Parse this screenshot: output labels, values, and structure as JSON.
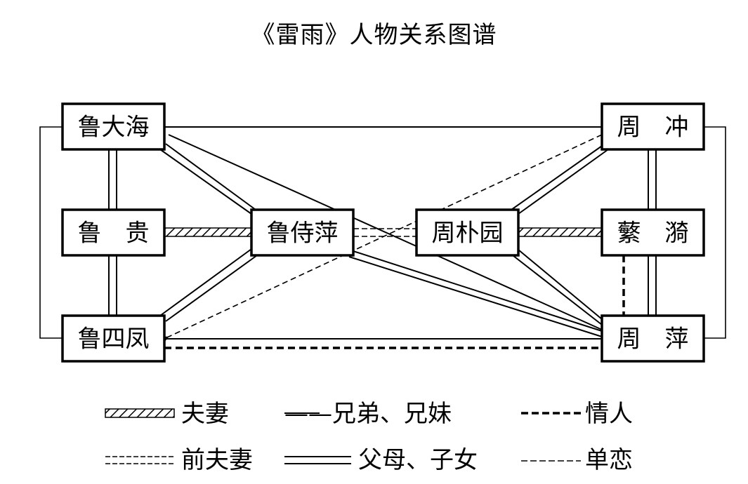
{
  "title": "《雷雨》人物关系图谱",
  "nodes": [
    {
      "id": "ludahai",
      "label": "鲁大海"
    },
    {
      "id": "lugui",
      "label": "鲁　贵"
    },
    {
      "id": "lusifeng",
      "label": "鲁四凤"
    },
    {
      "id": "lushiping",
      "label": "鲁侍萍"
    },
    {
      "id": "zhoupuyuan",
      "label": "周朴园"
    },
    {
      "id": "zhouchong",
      "label": "周　冲"
    },
    {
      "id": "fanyi",
      "label": "蘩　漪"
    },
    {
      "id": "zhouping",
      "label": "周　萍"
    }
  ],
  "relation_types": {
    "spouse": "夫妻",
    "sibling": "兄弟、兄妹",
    "lover": "情人",
    "ex_spouse": "前夫妻",
    "parent_child": "父母、子女",
    "unrequited": "单恋"
  },
  "edges": [
    {
      "from": "lugui",
      "to": "lushiping",
      "type": "spouse"
    },
    {
      "from": "zhoupuyuan",
      "to": "fanyi",
      "type": "spouse"
    },
    {
      "from": "lushiping",
      "to": "zhoupuyuan",
      "type": "ex_spouse"
    },
    {
      "from": "ludahai",
      "to": "lugui",
      "type": "parent_child"
    },
    {
      "from": "lugui",
      "to": "lusifeng",
      "type": "parent_child"
    },
    {
      "from": "ludahai",
      "to": "lushiping",
      "type": "parent_child"
    },
    {
      "from": "lushiping",
      "to": "lusifeng",
      "type": "parent_child"
    },
    {
      "from": "lushiping",
      "to": "zhouping",
      "type": "parent_child"
    },
    {
      "from": "zhoupuyuan",
      "to": "zhouchong",
      "type": "parent_child"
    },
    {
      "from": "zhoupuyuan",
      "to": "zhouping",
      "type": "parent_child"
    },
    {
      "from": "zhouchong",
      "to": "fanyi",
      "type": "parent_child"
    },
    {
      "from": "fanyi",
      "to": "zhouping",
      "type": "parent_child"
    },
    {
      "from": "ludahai",
      "to": "zhouchong",
      "type": "sibling"
    },
    {
      "from": "ludahai",
      "to": "zhouping",
      "type": "sibling"
    },
    {
      "from": "ludahai",
      "to": "lusifeng",
      "type": "sibling"
    },
    {
      "from": "lusifeng",
      "to": "zhouping",
      "type": "sibling"
    },
    {
      "from": "zhouchong",
      "to": "zhouping",
      "type": "sibling"
    },
    {
      "from": "lusifeng",
      "to": "zhouping",
      "type": "lover"
    },
    {
      "from": "fanyi",
      "to": "zhouping",
      "type": "lover"
    },
    {
      "from": "zhouchong",
      "to": "lusifeng",
      "type": "unrequited"
    }
  ],
  "legend": [
    {
      "type": "spouse",
      "label": "夫妻"
    },
    {
      "type": "sibling",
      "label": "——兄弟、兄妹"
    },
    {
      "type": "lover",
      "label": "情人"
    },
    {
      "type": "ex_spouse",
      "label": "前夫妻"
    },
    {
      "type": "parent_child",
      "label": "父母、子女"
    },
    {
      "type": "unrequited",
      "label": "单恋"
    }
  ]
}
